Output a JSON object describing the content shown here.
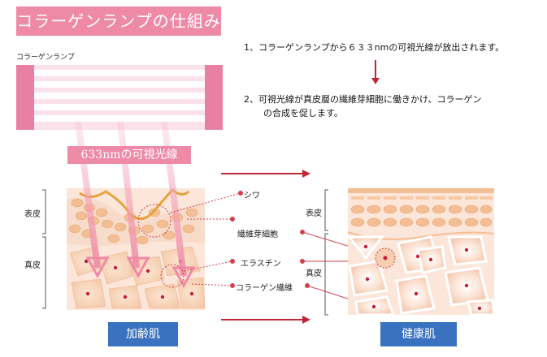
{
  "title": "コラーゲンランプの仕組み",
  "lamp_label": "コラーゲンランプ",
  "step1": "1、コラーゲンランプから６３３nmの可視光線が放出されます。",
  "step2_line1": "2、可視光線が真皮層の繊維芽細胞に働きかけ、コラーゲン",
  "step2_line2": "の合成を促します。",
  "light_label": "633nmの可視光線",
  "callouts": {
    "wrinkle": "シワ",
    "fibroblast": "繊維芽細胞",
    "elastin": "エラスチン",
    "collagen_fiber": "コラーゲン繊維"
  },
  "layers_left": {
    "epidermis": "表皮",
    "dermis": "真皮"
  },
  "layers_right": {
    "epidermis": "表皮",
    "dermis": "真皮"
  },
  "aging_label": "加齢肌",
  "healthy_label": "健康肌",
  "colors": {
    "accent_pink": "#ee8aa6",
    "arrow_red": "#c0263a",
    "label_blue": "#3a72bf",
    "dotted_red": "#d23f4c"
  }
}
